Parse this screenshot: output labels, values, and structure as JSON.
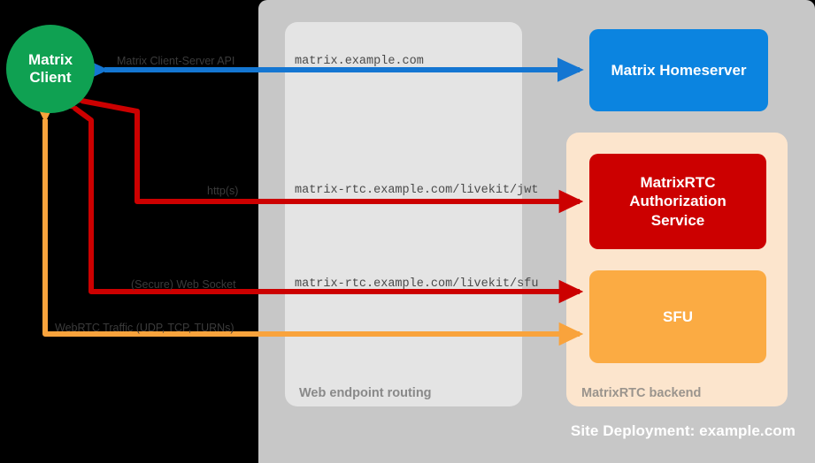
{
  "containers": {
    "site_deployment": {
      "label": "Site Deployment: example.com",
      "color": "#c7c7c7"
    },
    "web_endpoint_routing": {
      "label": "Web endpoint routing",
      "color": "#e4e4e4"
    },
    "matrixrtc_backend": {
      "label": "MatrixRTC backend",
      "color": "#fce5cd"
    }
  },
  "nodes": {
    "matrix_client": {
      "line1": "Matrix",
      "line2": "Client",
      "color": "#0fa152"
    },
    "matrix_homeserver": {
      "label": "Matrix Homeserver",
      "color": "#0b84e0"
    },
    "matrixrtc_authorization_service": {
      "line1": "MatrixRTC",
      "line2": "Authorization",
      "line3": "Service",
      "color": "#cc0000"
    },
    "sfu": {
      "label": "SFU",
      "color": "#fbab43"
    }
  },
  "endpoints": {
    "matrix": "matrix.example.com",
    "livekit_jwt": "matrix-rtc.example.com/livekit/jwt",
    "livekit_sfu": "matrix-rtc.example.com/livekit/sfu"
  },
  "connections": {
    "client_server_api": {
      "label": "Matrix Client-Server API",
      "color": "#1476d2"
    },
    "https": {
      "label": "http(s)",
      "color": "#cc0000"
    },
    "web_socket": {
      "label": "(Secure) Web Socket",
      "color": "#cc0000"
    },
    "webrtc": {
      "label": "WebRTC Traffic (UDP, TCP, TURNs)",
      "color": "#f9a33c"
    }
  }
}
